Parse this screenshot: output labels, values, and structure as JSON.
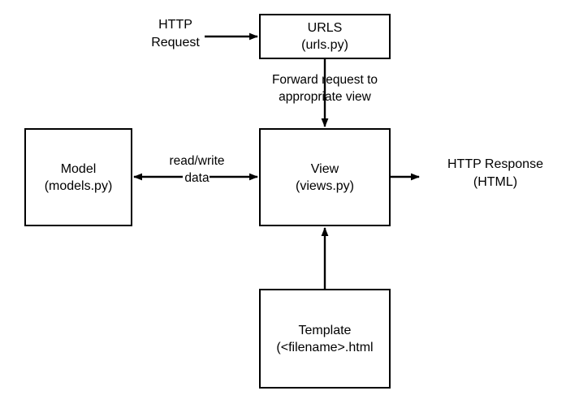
{
  "diagram": {
    "title": "Django MVT request/response flow",
    "colors": {
      "stroke": "#000000",
      "background": "#ffffff",
      "text": "#000000"
    },
    "nodes": [
      {
        "id": "urls",
        "name": "urls-node",
        "line1": "URLS",
        "line2": "(urls.py)"
      },
      {
        "id": "model",
        "name": "model-node",
        "line1": "Model",
        "line2": "(models.py)"
      },
      {
        "id": "view",
        "name": "view-node",
        "line1": "View",
        "line2": "(views.py)"
      },
      {
        "id": "template",
        "name": "template-node",
        "line1": "Template",
        "line2": "(<filename>.html"
      }
    ],
    "labels": [
      {
        "id": "http-request",
        "line1": "HTTP",
        "line2": "Request"
      },
      {
        "id": "forward-request",
        "line1": "Forward request to",
        "line2": "appropriate view"
      },
      {
        "id": "read-write",
        "line1": "read/write",
        "line2": "data"
      },
      {
        "id": "http-response",
        "line1": "HTTP Response",
        "line2": "(HTML)"
      }
    ]
  }
}
